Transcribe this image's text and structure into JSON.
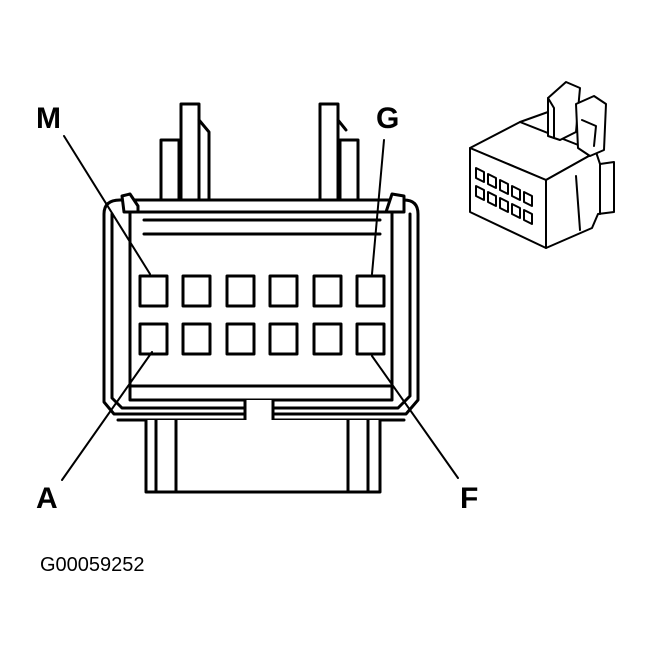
{
  "labels": {
    "top_left": "M",
    "top_right": "G",
    "bottom_left": "A",
    "bottom_right": "F"
  },
  "figure_id": "G00059252",
  "connector": {
    "cavity_rows": 2,
    "cavities_per_row": 6
  }
}
